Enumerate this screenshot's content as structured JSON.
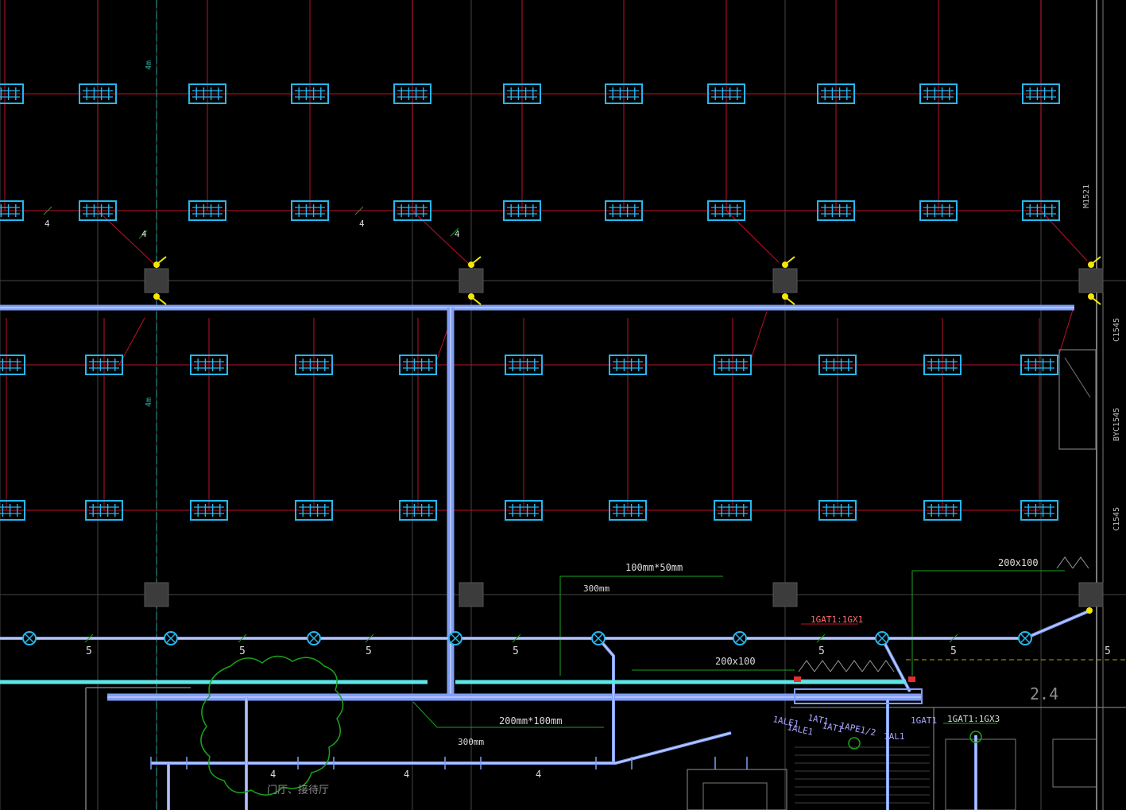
{
  "colors": {
    "background": "#000000",
    "grid_line": "#3a3a3a",
    "circuit": "#c0102a",
    "fixture": "#27b7ee",
    "tray": "#7f9ef5",
    "tray_light": "#cfd8ff",
    "tray_cyan": "#5ee6e6",
    "column": "#3c3c3c",
    "junction": "#f5e800",
    "annotation_green": "#1aa31a",
    "annotation_text": "#dcdcdc",
    "axis_cyan": "#1fb3a8",
    "equipment_text": "#a9a4ff",
    "wall": "#7a7a7a"
  },
  "icons": [
    "grille-light-fixture-icon",
    "downlight-symbol-icon",
    "junction-box-icon",
    "structural-column-icon",
    "tree-symbol-icon"
  ],
  "circuit_marks": [
    "4",
    "4",
    "4",
    "4",
    "4",
    "4",
    "4"
  ],
  "corridor_marks": [
    "5",
    "5",
    "5",
    "5",
    "5",
    "5",
    "5"
  ],
  "axis_labels": {
    "vertical_1a": "4m",
    "vertical_1b": "4m"
  },
  "side_labels": [
    "M1521",
    "C1545",
    "BYC1545",
    "C1545"
  ],
  "tray_notes": [
    {
      "size": "100mm*50mm",
      "height": "300mm"
    },
    {
      "size": "200x100",
      "height": ""
    },
    {
      "size": "200x100",
      "height": ""
    },
    {
      "size": "200mm*100mm",
      "height": "300mm"
    }
  ],
  "circuit_tags": [
    "1GAT1:1GX1",
    "1GAT1:1GX3"
  ],
  "panel_labels": [
    "1ALE1",
    "1ALE1",
    "1AT1",
    "1AT1",
    "1APE1/2",
    "1GAT1",
    "1AL1"
  ],
  "room_labels": [
    "门厅、接待厅",
    "2.4"
  ]
}
